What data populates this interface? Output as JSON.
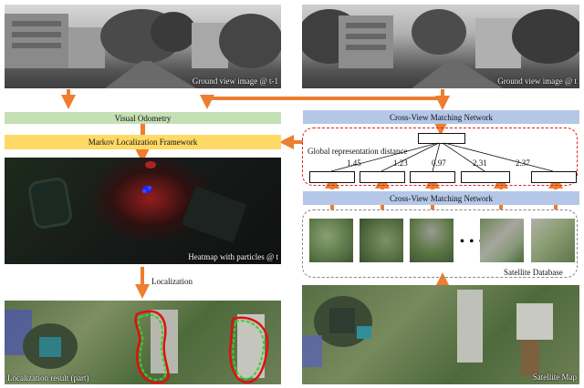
{
  "captions": {
    "ground_prev": "Ground view image @ t-1",
    "ground_curr": "Ground view image @ t",
    "heatmap": "Heatmap with particles @ t",
    "localization_result": "Localization result (part)",
    "satellite_map": "Satellite Map",
    "satellite_database": "Satellite Database"
  },
  "boxes": {
    "visual_odometry": "Visual Odometry",
    "markov": "Markov Localization Framework",
    "cvm_top": "Cross-View Matching Network",
    "cvm_bottom": "Cross-View Matching Network"
  },
  "labels": {
    "global_distance": "Global representation distance",
    "localization": "Localization",
    "ellipsis": "• • •"
  },
  "distances": [
    "1.45",
    "1.23",
    "0.97",
    "2.31",
    "2.37"
  ],
  "colors": {
    "arrow": "#ED7D31",
    "green_box": "#C5E0B4",
    "yellow_box": "#FFD966",
    "blue_box": "#B4C7E7",
    "dashed_red": "#E02020",
    "dashed_grey": "#888888",
    "path_red": "#E01010",
    "path_green": "#3CD030"
  }
}
